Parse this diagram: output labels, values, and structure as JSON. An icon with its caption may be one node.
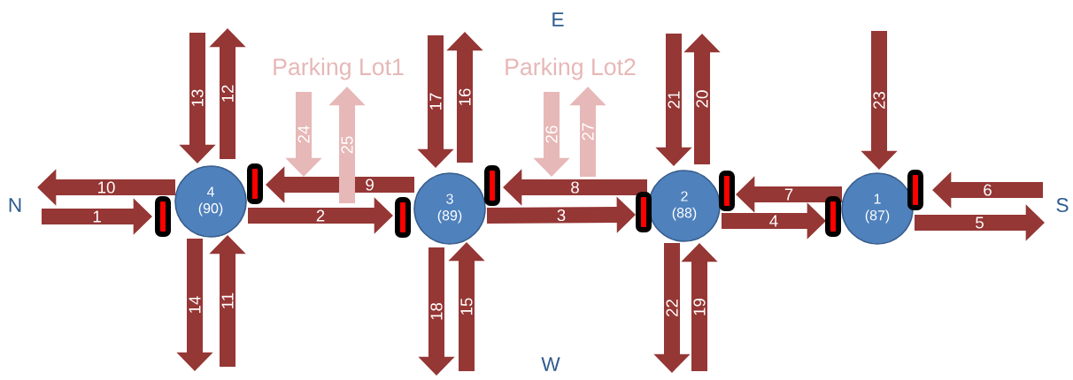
{
  "diagram": {
    "nodes": [
      {
        "text": [
          "4 (90)"
        ]
      },
      {
        "text": [
          "Parking Lot1"
        ]
      },
      {
        "text": [
          "3 (89)"
        ]
      },
      {
        "text": [
          "Parking Lot2"
        ]
      },
      {
        "text": [
          "2 (88)"
        ]
      },
      {
        "text": [
          "1 (87)"
        ]
      }
    ],
    "edges": [
      {
        "from": null,
        "to": 0,
        "arrow": "to",
        "label": "1"
      },
      {
        "from": 0,
        "to": 2,
        "arrow": "to",
        "label": "2"
      },
      {
        "from": 2,
        "to": 4,
        "arrow": "to",
        "label": "3"
      },
      {
        "from": 4,
        "to": 5,
        "arrow": "to",
        "label": "4"
      },
      {
        "from": 5,
        "to": null,
        "arrow": "to",
        "label": "5"
      },
      {
        "from": null,
        "to": 5,
        "arrow": "to",
        "label": "6"
      },
      {
        "from": 5,
        "to": 4,
        "arrow": "to",
        "label": "7"
      },
      {
        "from": 4,
        "to": 2,
        "arrow": "to",
        "label": "8"
      },
      {
        "from": 2,
        "to": 0,
        "arrow": "to",
        "label": "9"
      },
      {
        "from": 0,
        "to": null,
        "arrow": "to",
        "label": "10"
      },
      {
        "from": null,
        "to": 0,
        "arrow": "to",
        "label": "11"
      },
      {
        "from": 0,
        "to": null,
        "arrow": "to",
        "label": "12"
      },
      {
        "from": null,
        "to": 0,
        "arrow": "to",
        "label": "13"
      },
      {
        "from": 0,
        "to": null,
        "arrow": "to",
        "label": "14"
      },
      {
        "from": null,
        "to": 2,
        "arrow": "to",
        "label": "15"
      },
      {
        "from": 2,
        "to": null,
        "arrow": "to",
        "label": "16"
      },
      {
        "from": null,
        "to": 2,
        "arrow": "to",
        "label": "17"
      },
      {
        "from": 2,
        "to": null,
        "arrow": "to",
        "label": "18"
      },
      {
        "from": null,
        "to": 4,
        "arrow": "to",
        "label": "19"
      },
      {
        "from": 4,
        "to": null,
        "arrow": "to",
        "label": "20"
      },
      {
        "from": null,
        "to": 4,
        "arrow": "to",
        "label": "21"
      },
      {
        "from": 4,
        "to": null,
        "arrow": "to",
        "label": "22"
      },
      {
        "from": null,
        "to": 5,
        "arrow": "to",
        "label": "23"
      },
      {
        "from": 1,
        "to": null,
        "arrow": "to",
        "label": "24",
        "color": "#e6b8b7"
      },
      {
        "from": null,
        "to": 1,
        "arrow": "to",
        "label": "25",
        "color": "#e6b8b7"
      },
      {
        "from": 3,
        "to": null,
        "arrow": "to",
        "label": "26",
        "color": "#e6b8b7"
      },
      {
        "from": null,
        "to": 3,
        "arrow": "to",
        "label": "27",
        "color": "#e6b8b7"
      }
    ],
    "labels": [
      "E",
      "N",
      "S",
      "W"
    ]
  }
}
